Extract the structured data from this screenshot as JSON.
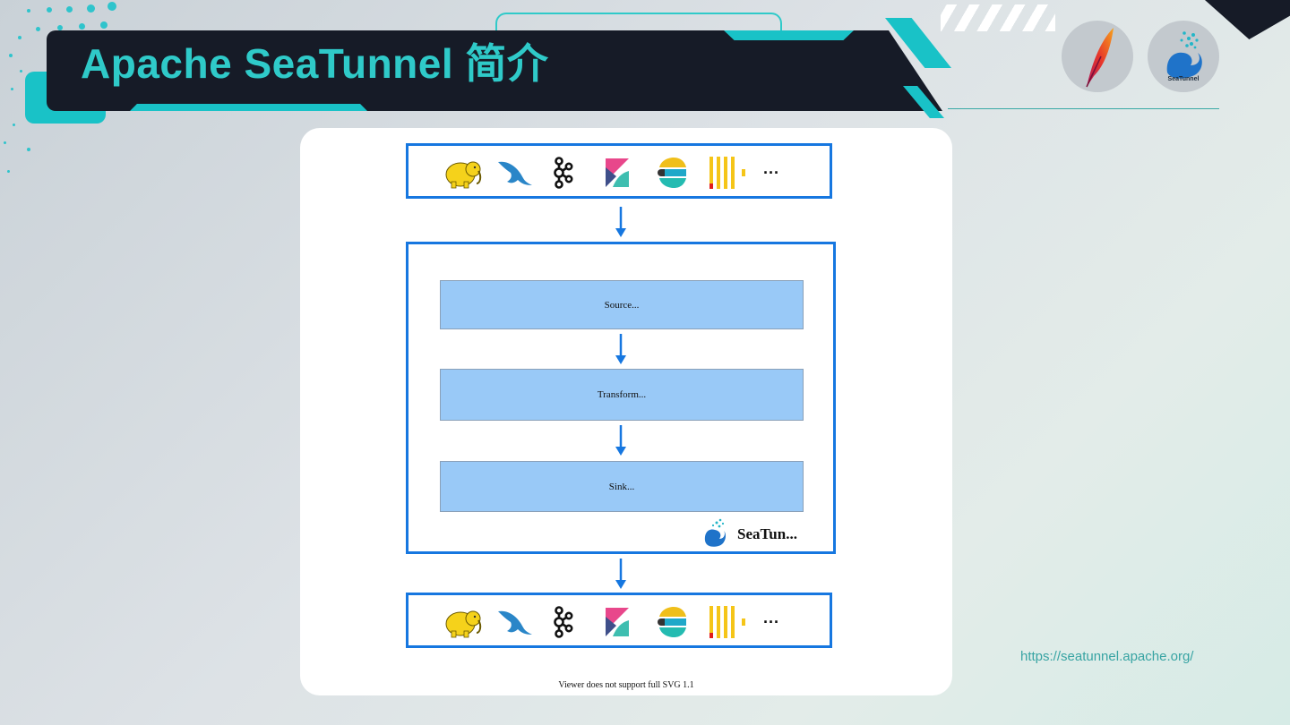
{
  "slide": {
    "title": "Apache SeaTunnel 简介",
    "url": "https://seatunnel.apache.org/",
    "accent_color": "#2fcac9",
    "dark_color": "#161b27"
  },
  "logos": {
    "apache": "apache-feather-icon",
    "seatunnel_label": "SeaTunnel"
  },
  "diagram": {
    "source_icons": [
      "hadoop-elephant-icon",
      "mysql-dolphin-icon",
      "kafka-icon",
      "kibana-icon",
      "elasticsearch-icon",
      "clickhouse-icon"
    ],
    "more_label": "···",
    "stages": [
      "Source...",
      "Transform...",
      "Sink..."
    ],
    "brand_label": "SeaTun...",
    "viewer_note": "Viewer does not support full SVG 1.1",
    "border_color": "#1677e0",
    "stage_fill": "#99c9f7"
  }
}
